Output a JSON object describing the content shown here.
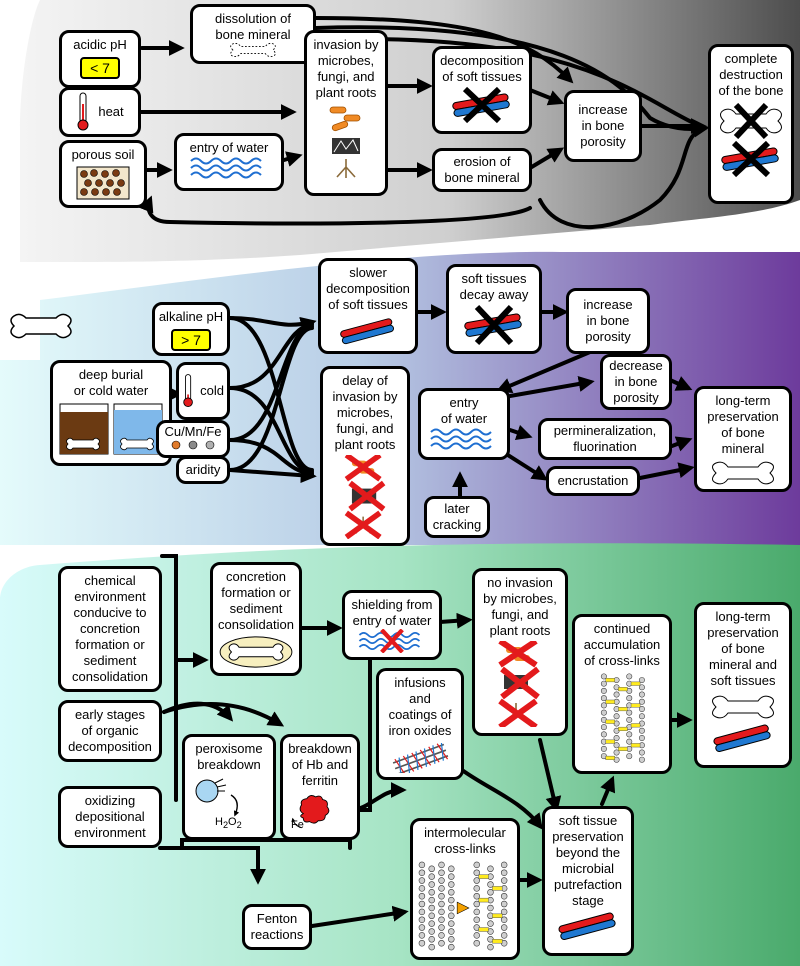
{
  "panel_top": {
    "acidic_ph": {
      "label": "acidic pH",
      "value": "< 7"
    },
    "heat": "heat",
    "porous_soil": "porous soil",
    "dissolution": "dissolution of\nbone mineral",
    "entry_water": "entry of water",
    "invasion": "invasion by\nmicrobes,\nfungi, and\nplant roots",
    "decomposition": "decomposition\nof soft tissues",
    "erosion": "erosion of\nbone mineral",
    "porosity": "increase\nin bone\nporosity",
    "destruction": "complete\ndestruction\nof the bone"
  },
  "panel_middle": {
    "alkaline_ph": {
      "label": "alkaline pH",
      "value": "> 7"
    },
    "deep_burial": "deep burial\nor cold water",
    "cold": "cold",
    "metals": "Cu/Mn/Fe",
    "aridity": "aridity",
    "slower": "slower\ndecomposition\nof soft tissues",
    "decay": "soft tissues\ndecay away",
    "porosity_increase": "increase\nin bone\nporosity",
    "delay": "delay of\ninvasion by\nmicrobes,\nfungi, and\nplant roots",
    "entry_water": "entry\nof water",
    "decrease": "decrease\nin bone\nporosity",
    "permin": "permineralization,\nfluorination",
    "encrust": "encrustation",
    "cracking": "later\ncracking",
    "longterm": "long-term\npreservation\nof bone\nmineral"
  },
  "panel_bottom": {
    "chem_env": "chemical\nenvironment\nconducive to\nconcretion\nformation or\nsediment\nconsolidation",
    "early": "early stages\nof organic\ndecomposition",
    "oxidizing": "oxidizing\ndepositional\nenvironment",
    "concretion": "concretion\nformation or\nsediment\nconsolidation",
    "shielding": "shielding from\nentry of water",
    "no_invasion": "no invasion\nby microbes,\nfungi, and\nplant roots",
    "peroxisome": "peroxisome\nbreakdown",
    "h2o2": "H2O2",
    "hb": "breakdown\nof Hb and\nferritin",
    "fe": "Fe",
    "iron": "infusions and\ncoatings of\niron oxides",
    "continued": "continued\naccumulation\nof cross-links",
    "longterm": "long-term\npreservation\nof bone\nmineral and\nsoft tissues",
    "fenton": "Fenton\nreactions",
    "intermol": "intermolecular\ncross-links",
    "soft_pres": "soft tissue\npreservation\nbeyond the\nmicrobial\nputrefaction\nstage"
  },
  "colors": {
    "top_band": "#5a5a5a",
    "middle_band": "#6a3a9a",
    "bottom_band": "#4caf6e",
    "ph_badge": "#ffff00",
    "x_red": "#e31a1c",
    "tissue_red": "#e31a1c",
    "tissue_blue": "#1f78d1",
    "water_blue": "#1f6fd1"
  },
  "icons": [
    "thermometer-icon",
    "soil-icon",
    "water-waves-icon",
    "bacteria-icon",
    "fungi-icon",
    "root-icon",
    "soft-tissue-icon",
    "bone-icon",
    "cross-mark-icon",
    "peroxisome-icon",
    "ferritin-icon",
    "collagen-fiber-icon",
    "cross-link-lattice-icon",
    "arrow-icon"
  ]
}
